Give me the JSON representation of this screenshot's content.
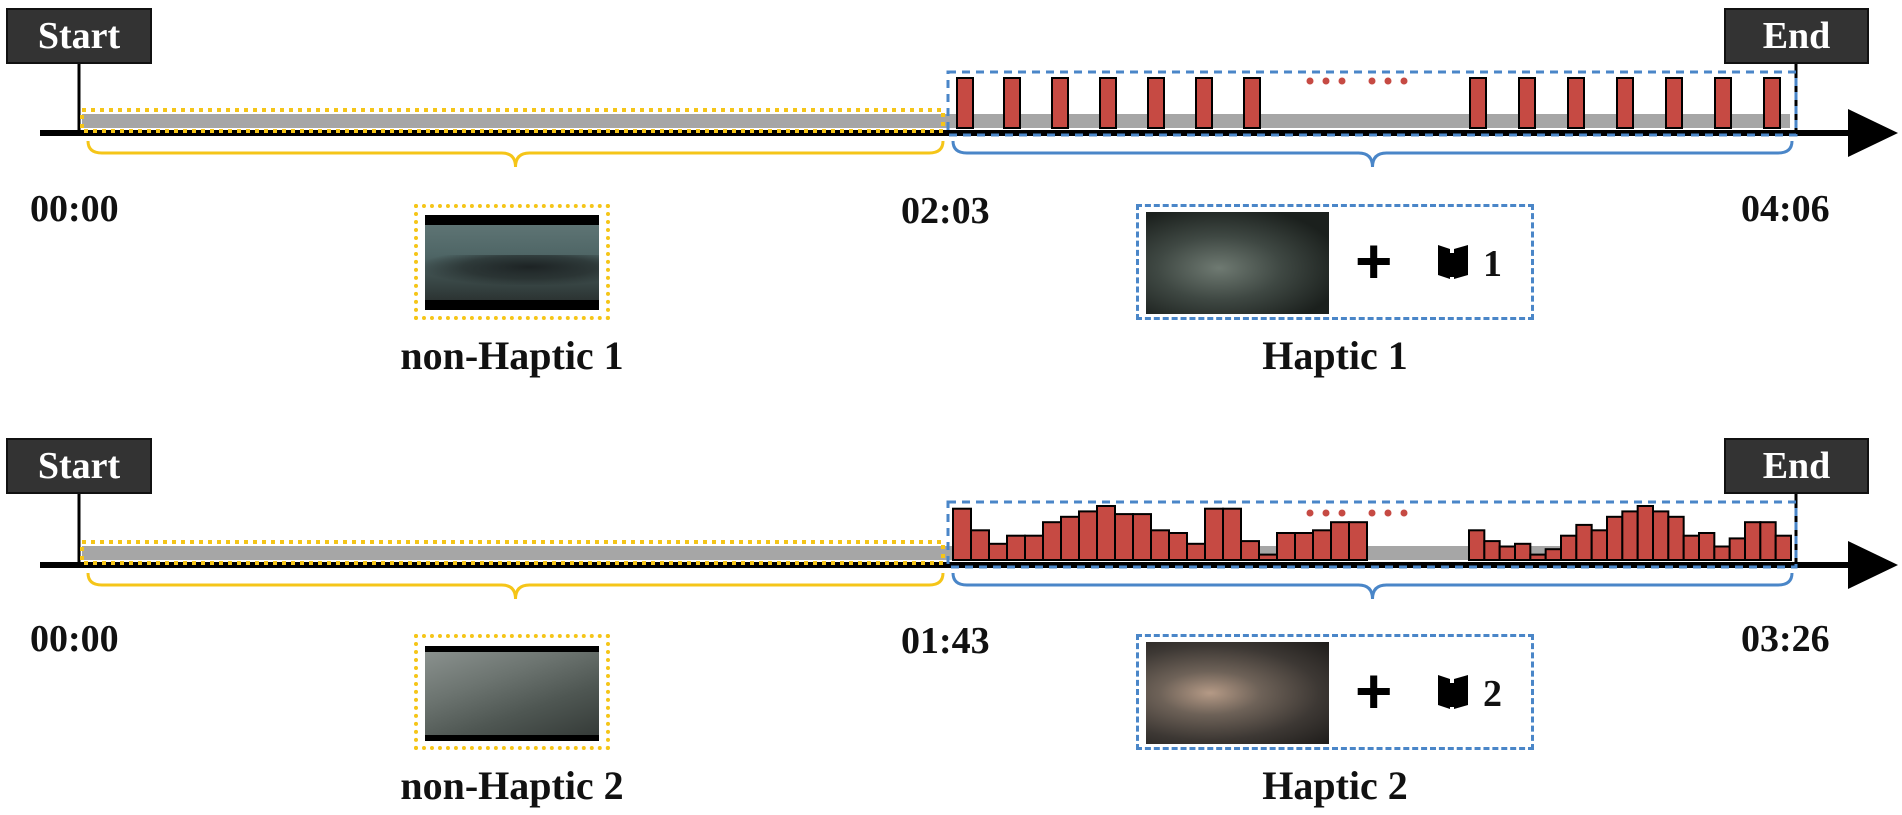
{
  "markers": {
    "start": "Start",
    "end": "End"
  },
  "colors": {
    "non_haptic_outline": "#f5c518",
    "haptic_outline": "#4a86c8",
    "haptic_bar": "#c64a43",
    "track": "#a6a6a6",
    "axis": "#000000",
    "marker_bg": "#333333"
  },
  "timelines": [
    {
      "times": {
        "start": "00:00",
        "mid": "02:03",
        "end": "04:06"
      },
      "non_haptic_label": "non-Haptic 1",
      "haptic_label": "Haptic 1",
      "haptic_number": "1",
      "pattern": "uniform pulses",
      "bars_left": [
        1,
        1,
        1,
        1,
        1,
        1,
        1
      ],
      "bars_right": [
        1,
        1,
        1,
        1,
        1,
        1,
        1
      ]
    },
    {
      "times": {
        "start": "00:00",
        "mid": "01:43",
        "end": "03:26"
      },
      "non_haptic_label": "non-Haptic 2",
      "haptic_label": "Haptic 2",
      "haptic_number": "2",
      "pattern": "variable intensity",
      "bars_left": [
        0.95,
        0.55,
        0.3,
        0.45,
        0.45,
        0.7,
        0.8,
        0.9,
        1.0,
        0.85,
        0.85,
        0.55,
        0.5,
        0.3,
        0.95,
        0.95,
        0.35,
        0.1,
        0.5,
        0.5,
        0.55,
        0.7,
        0.7
      ],
      "bars_right": [
        0.55,
        0.35,
        0.25,
        0.3,
        0.1,
        0.2,
        0.45,
        0.65,
        0.55,
        0.8,
        0.9,
        1.0,
        0.9,
        0.8,
        0.45,
        0.5,
        0.25,
        0.4,
        0.7,
        0.7,
        0.45
      ]
    }
  ]
}
